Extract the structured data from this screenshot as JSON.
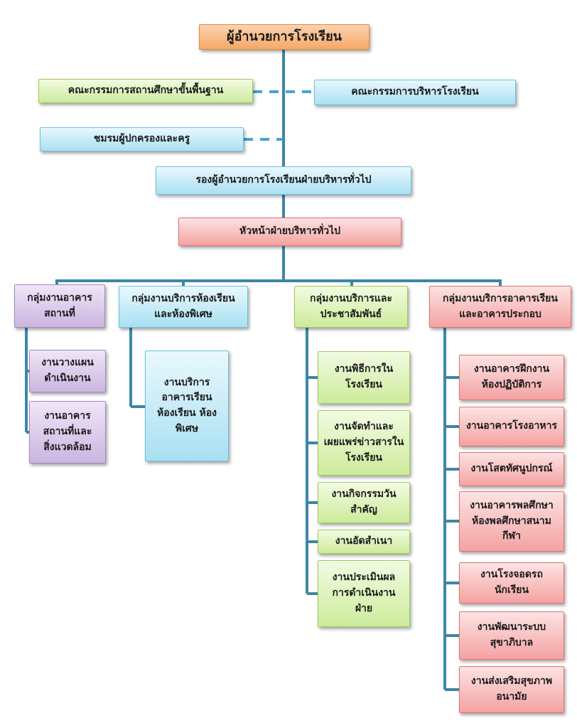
{
  "chart": {
    "director": "ผู้อำนวยการโรงเรียน",
    "basic_board": "คณะกรรมการสถานศึกษาขั้นพื้นฐาน",
    "admin_board": "คณะกรรมการบริหารโรงเรียน",
    "parents_club": "ชมรมผู้ปกครองและครู",
    "deputy": "รองผู้อำนวยการโรงเรียนฝ่ายบริหารทั่วไป",
    "head": "หัวหน้าฝ่ายบริหารทั่วไป",
    "groups": [
      {
        "title": "กลุ่มงานอาคาร\nสถานที่",
        "items": [
          "งานวางแผน\nดำเนินงาน",
          "งานอาคาร\nสถานที่และ\nสิ่งแวดล้อม"
        ]
      },
      {
        "title": "กลุ่มงานบริการห้องเรียน\nและห้องพิเศษ",
        "items": [
          "งานบริการ\nอาคารเรียน\nห้องเรียน ห้อง\nพิเศษ"
        ]
      },
      {
        "title": "กลุ่มงานบริการและ\nประชาสัมพันธ์",
        "items": [
          "งานพิธีการใน\nโรงเรียน",
          "งานจัดทำและ\nเผยแพร่ข่าวสารใน\nโรงเรียน",
          "งานกิจกรรมวัน\nสำคัญ",
          "งานอัดสำเนา",
          "งานประเมินผล\nการดำเนินงาน\nฝ่าย"
        ]
      },
      {
        "title": "กลุ่มงานบริการอาคารเรียน\nและอาคารประกอบ",
        "items": [
          "งานอาคารฝึกงาน\nห้องปฏิบัติการ",
          "งานอาคารโรงอาหาร",
          "งานโสตทัศนูปกรณ์",
          "งานอาคารพลศึกษา\nห้องพลศึกษาสนาม\nกีฬา",
          "งานโรงจอดรถ\nนักเรียน",
          "งานพัฒนาระบบ\nสุขาภิบาล",
          "งานส่งเสริมสุขภาพ\nอนามัย"
        ]
      }
    ]
  }
}
